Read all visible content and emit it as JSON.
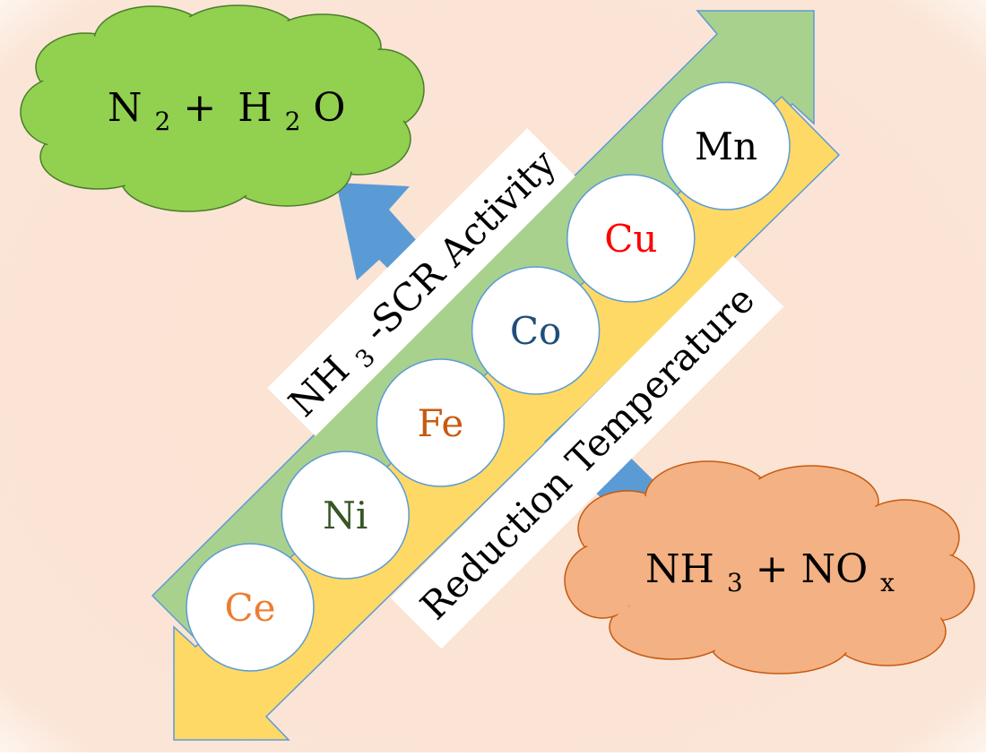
{
  "products_cloud": {
    "n": "N",
    "n_sub": "2",
    "plus": " + ",
    "h": "H",
    "h_sub": "2",
    "o": "O",
    "color": "#92d050"
  },
  "reactants_cloud": {
    "nh": "NH",
    "nh_sub": "3",
    "plus": " + ",
    "no": "NO",
    "no_sub": "x",
    "color": "#f4b183"
  },
  "activity_label": {
    "prefix": "NH",
    "sub": "3",
    "suffix": "-SCR Activity"
  },
  "reduction_label": {
    "text": "Reduction Temperature"
  },
  "colors": {
    "green_band": "#a9d18e",
    "yellow_band": "#ffd966",
    "band_stroke": "#5b9bd5",
    "blue_arrow": "#5b9bd5",
    "background": "#fbe5d6"
  },
  "metals": [
    {
      "symbol": "Ce",
      "color": "#ed7d31"
    },
    {
      "symbol": "Ni",
      "color": "#375623"
    },
    {
      "symbol": "Fe",
      "color": "#c55a11"
    },
    {
      "symbol": "Co",
      "color": "#1f4e79"
    },
    {
      "symbol": "Cu",
      "color": "#ff0000"
    },
    {
      "symbol": "Mn",
      "color": "#000000"
    }
  ]
}
